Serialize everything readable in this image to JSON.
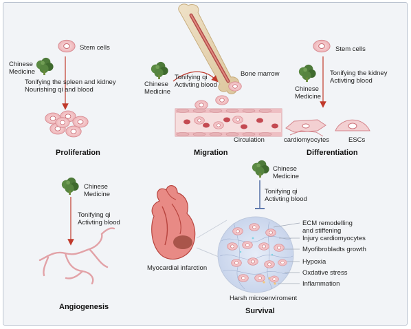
{
  "proliferation": {
    "stem_cells": "Stem cells",
    "chinese_medicine": "Chinese\nMedicine",
    "effect_line1": "Tonifying the spleen and kidney",
    "effect_line2": "Nourishing qi and blood",
    "title": "Proliferation"
  },
  "migration": {
    "chinese_medicine": "Chinese\nMedicine",
    "effect_line1": "Tonifying qi",
    "effect_line2": "Activting blood",
    "bone_marrow": "Bone marrow",
    "circulation": "Circulation",
    "title": "Migration"
  },
  "differentiation": {
    "stem_cells": "Stem cells",
    "chinese_medicine": "Chinese\nMedicine",
    "effect_line1": "Tonifying the kidney",
    "effect_line2": "Activting blood",
    "cardiomyocytes": "cardiomyocytes",
    "escs": "ESCs",
    "title": "Differentiation"
  },
  "angiogenesis": {
    "chinese_medicine": "Chinese\nMedicine",
    "effect_line1": "Tonifying qi",
    "effect_line2": "Activting blood",
    "title": "Angiogenesis"
  },
  "survival": {
    "chinese_medicine": "Chinese\nMedicine",
    "effect_line1": "Tonifying qi",
    "effect_line2": "Activting blood",
    "myocardial_infarction": "Myocardial infarction",
    "microenvironment": "Harsh microenviroment",
    "factors": [
      "ECM remodelling",
      "and stiffening",
      "Injury cardiomyocytes",
      "Myofibrobladts growth",
      "Hypoxia",
      "Oxdative stress",
      "Inflammation"
    ],
    "title": "Survival"
  },
  "colors": {
    "arrow_red": "#c0392b",
    "inhibit_blue": "#3b5b9a",
    "cell_pink": "#f3c6c9",
    "herb_green": "#4e7a3a",
    "heart_red": "#d9534f"
  }
}
